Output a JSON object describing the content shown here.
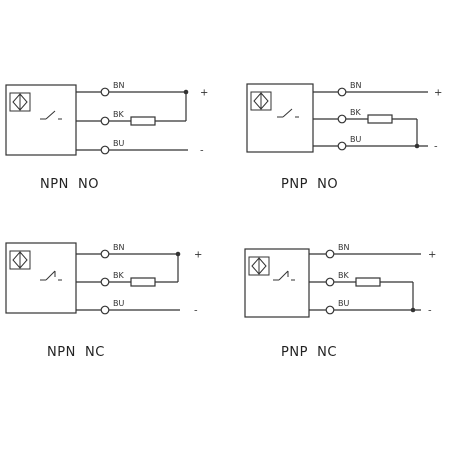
{
  "colors": {
    "line": "#333333",
    "background": "#ffffff"
  },
  "diagrams": [
    {
      "caption": "NPN  NO",
      "contact": "no",
      "load_bridge": "BN-BK",
      "wires": [
        {
          "label": "BN",
          "sign": "+"
        },
        {
          "label": "BK",
          "sign": ""
        },
        {
          "label": "BU",
          "sign": "-"
        }
      ]
    },
    {
      "caption": "PNP  NO",
      "contact": "no",
      "load_bridge": "BK-BU",
      "wires": [
        {
          "label": "BN",
          "sign": "+"
        },
        {
          "label": "BK",
          "sign": ""
        },
        {
          "label": "BU",
          "sign": "-"
        }
      ]
    },
    {
      "caption": "NPN  NC",
      "contact": "nc",
      "load_bridge": "BN-BK",
      "wires": [
        {
          "label": "BN",
          "sign": "+"
        },
        {
          "label": "BK",
          "sign": ""
        },
        {
          "label": "BU",
          "sign": "-"
        }
      ]
    },
    {
      "caption": "PNP  NC",
      "contact": "nc",
      "load_bridge": "BK-BU",
      "wires": [
        {
          "label": "BN",
          "sign": "+"
        },
        {
          "label": "BK",
          "sign": ""
        },
        {
          "label": "BU",
          "sign": "-"
        }
      ]
    }
  ]
}
